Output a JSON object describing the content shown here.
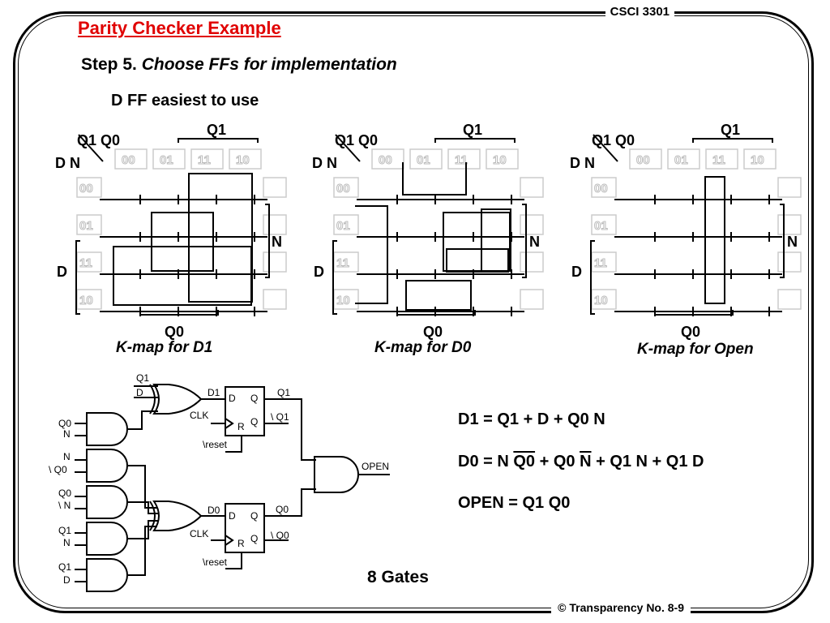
{
  "header": {
    "course": "CSCI 3301",
    "title": "Parity Checker Example"
  },
  "step": {
    "label": "Step 5.",
    "text": "Choose FFs for implementation"
  },
  "note": "D FF easiest to use",
  "kmaps": [
    {
      "title": "K-map for D1"
    },
    {
      "title": "K-map for D0"
    },
    {
      "title": "K-map for Open"
    }
  ],
  "kmap_labels": {
    "corner_top": "Q1 Q0",
    "corner_left": "D N",
    "q1": "Q1",
    "q0": "Q0",
    "d": "D",
    "n": "N",
    "col_codes": [
      "00",
      "01",
      "11",
      "10"
    ],
    "row_codes": [
      "00",
      "01",
      "11",
      "10"
    ]
  },
  "equations": {
    "d1": "D1 = Q1 + D + Q0 N",
    "d0_parts": [
      "D0 = N ",
      "Q0",
      " + Q0 ",
      "N",
      " + Q1 N + Q1 D"
    ],
    "open": "OPEN = Q1 Q0"
  },
  "circuit": {
    "inputs": [
      "Q1",
      "D",
      "Q0",
      "N",
      "N",
      "\\ Q0",
      "Q0",
      "\\ N",
      "Q1",
      "N",
      "Q1",
      "D"
    ],
    "ff_top": {
      "d": "D1",
      "q": "Q1",
      "qn": "\\ Q1",
      "clk": "CLK",
      "reset": "\\reset"
    },
    "ff_bottom": {
      "d": "D0",
      "q": "Q0",
      "qn": "\\ Q0",
      "clk": "CLK",
      "reset": "\\reset"
    },
    "output": "OPEN",
    "gate_count": "8 Gates"
  },
  "footer": "© Transparency No. 8-9"
}
